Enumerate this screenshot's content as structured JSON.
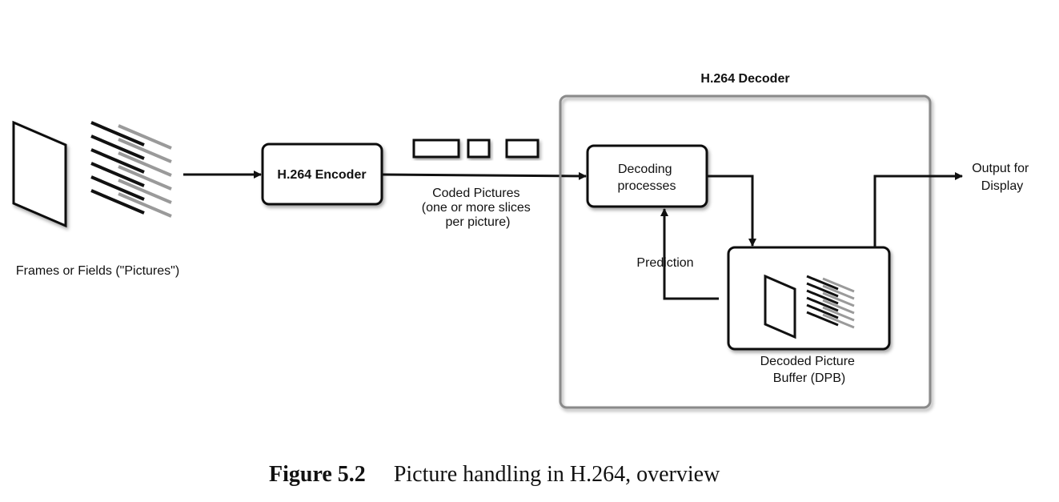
{
  "diagram": {
    "frames_label": "Frames or Fields (\"Pictures\")",
    "encoder_label": "H.264 Encoder",
    "coded_pictures": {
      "line1": "Coded Pictures",
      "line2": "(one or more slices",
      "line3": "per picture)"
    },
    "decoder_title": "H.264 Decoder",
    "decoding": {
      "line1": "Decoding",
      "line2": "processes"
    },
    "prediction_label": "Prediction",
    "dpb": {
      "line1": "Decoded Picture",
      "line2": "Buffer (DPB)"
    },
    "output": {
      "line1": "Output for",
      "line2": "Display"
    }
  },
  "caption": {
    "number": "Figure 5.2",
    "text": "Picture handling in H.264, overview"
  }
}
